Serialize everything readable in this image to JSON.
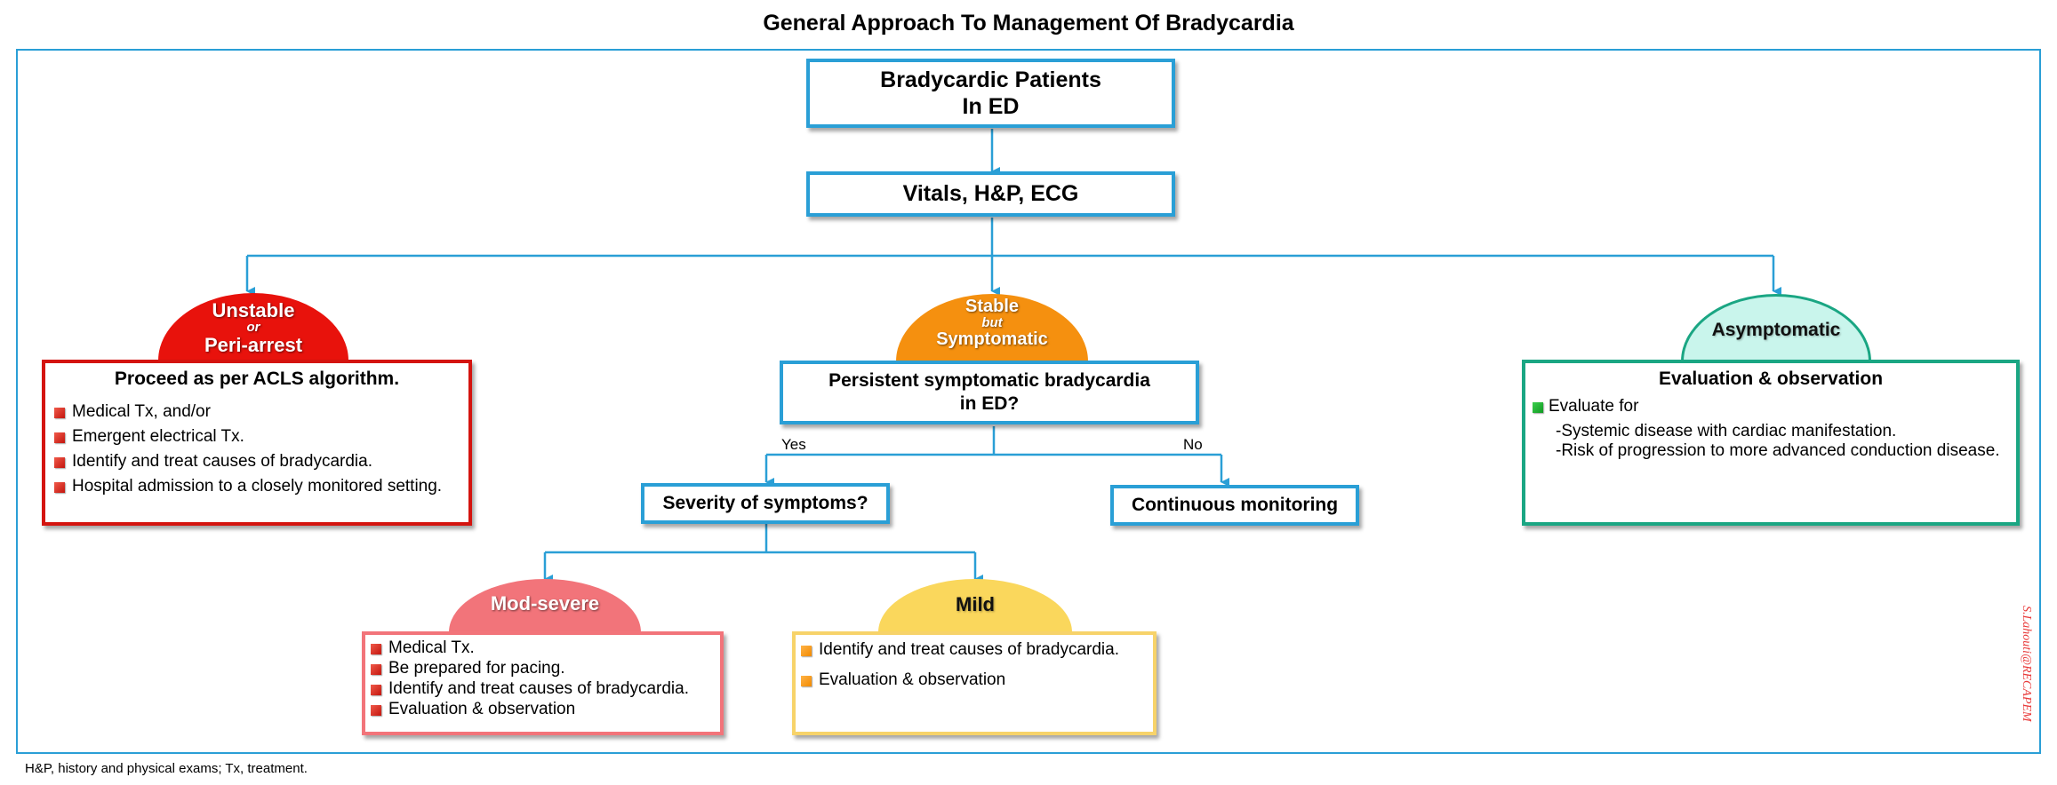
{
  "title": "General Approach To Management Of Bradycardia",
  "colors": {
    "frame": "#2a9fd6",
    "unstable": "#e8120c",
    "stable": "#f5900f",
    "asymptomatic_fill": "#c9f5ec",
    "asymptomatic_border": "#1aa683",
    "mod_severe": "#f2747a",
    "mild": "#fad75c",
    "mild_border": "#f7d36a"
  },
  "nodes": {
    "start": {
      "line1": "Bradycardic Patients",
      "line2": "In ED"
    },
    "vitals": {
      "label": "Vitals, H&P, ECG"
    },
    "unstable": {
      "dome_line1": "Unstable",
      "dome_line2": "or",
      "dome_line3": "Peri-arrest",
      "heading": "Proceed as per ACLS algorithm.",
      "items": [
        "Medical Tx, and/or",
        "Emergent electrical Tx.",
        "Identify and treat causes of bradycardia.",
        "Hospital admission to a closely monitored setting."
      ]
    },
    "stable": {
      "dome_line1": "Stable",
      "dome_line2": "but",
      "dome_line3": "Symptomatic",
      "question_line1": "Persistent symptomatic bradycardia",
      "question_line2": "in ED?"
    },
    "asymptomatic": {
      "dome": "Asymptomatic",
      "heading": "Evaluation & observation",
      "item": "Evaluate for",
      "sub1": "-Systemic disease with cardiac manifestation.",
      "sub2": "-Risk of progression to more advanced conduction disease."
    },
    "yes_label": "Yes",
    "no_label": "No",
    "severity": {
      "label": "Severity of symptoms?"
    },
    "monitoring": {
      "label": "Continuous monitoring"
    },
    "mod_severe": {
      "dome": "Mod-severe",
      "items": [
        "Medical Tx.",
        "Be prepared for pacing.",
        "Identify and treat causes of bradycardia.",
        "Evaluation & observation"
      ]
    },
    "mild": {
      "dome": "Mild",
      "items": [
        "Identify and treat causes of bradycardia.",
        "Evaluation & observation"
      ]
    }
  },
  "footnote": "H&P, history and physical exams; Tx, treatment.",
  "watermark": "S.Lahouti@RECAPEM"
}
